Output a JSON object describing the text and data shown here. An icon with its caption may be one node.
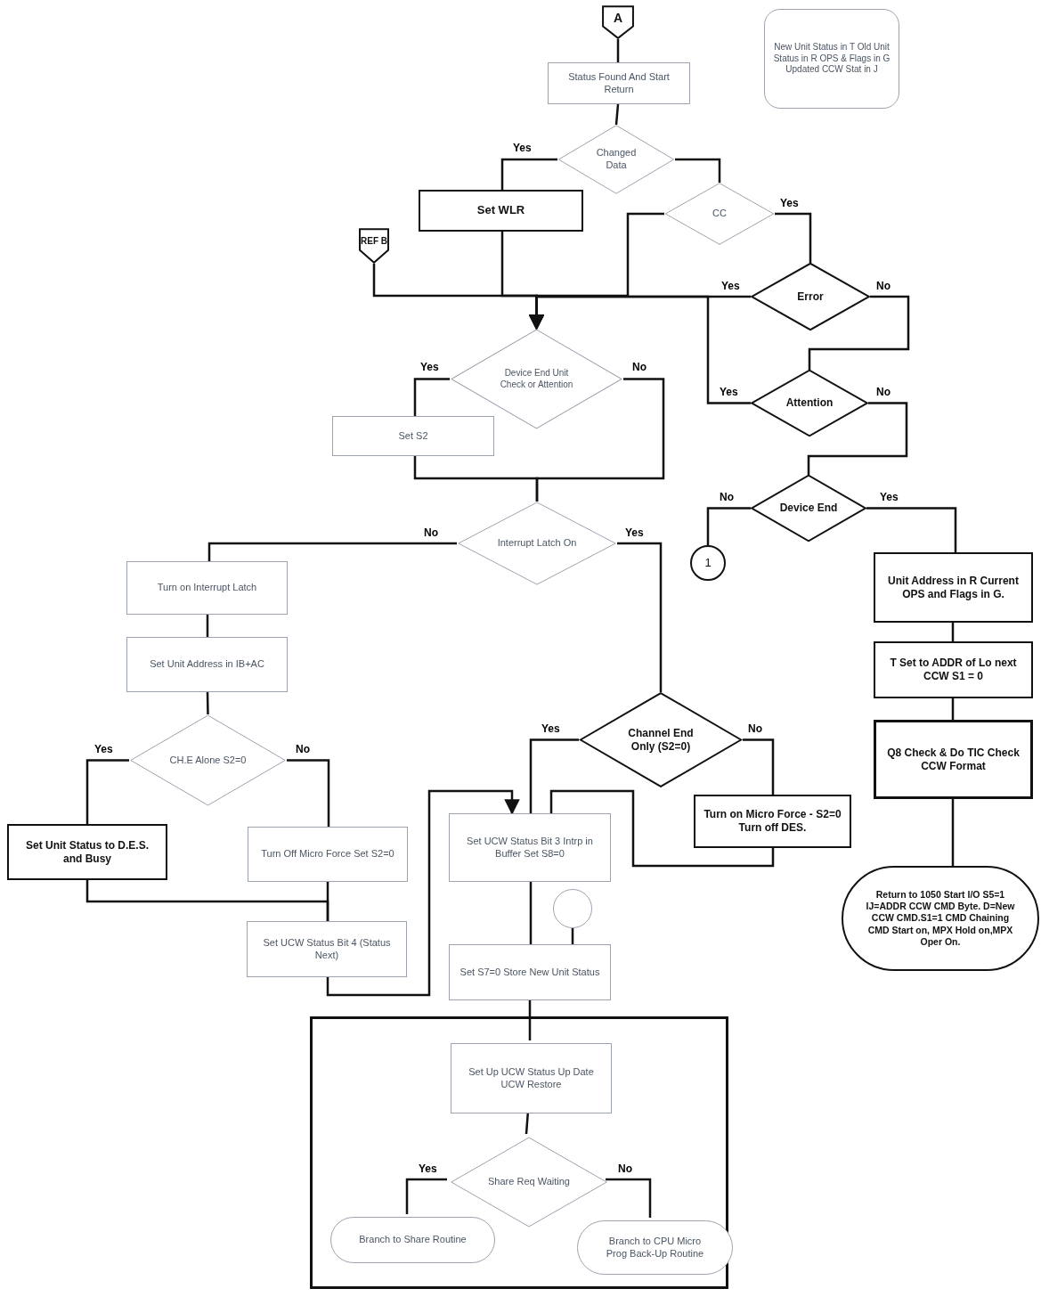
{
  "diagram": {
    "nodes": [
      {
        "text": [
          "A"
        ]
      },
      {
        "text": [
          "New Unit Status in T Old Unit Status in R OPS & Flags in G Updated CCW Stat in J"
        ]
      },
      {
        "text": [
          "Status Found And Start Return"
        ]
      },
      {
        "text": [
          "Changed Data"
        ]
      },
      {
        "text": [
          "Set WLR"
        ]
      },
      {
        "text": [
          "CC"
        ]
      },
      {
        "text": [
          "REF B"
        ]
      },
      {
        "text": [
          "Error"
        ]
      },
      {
        "text": [
          "Device End Unit Check or Attention"
        ]
      },
      {
        "text": [
          "Attention"
        ]
      },
      {
        "text": [
          "Set S2"
        ]
      },
      {
        "text": [
          "Device End"
        ]
      },
      {
        "text": [
          "Interrupt Latch On"
        ]
      },
      {
        "text": [
          "1"
        ]
      },
      {
        "text": [
          "Turn on Interrupt Latch"
        ]
      },
      {
        "text": [
          "Unit Address in R Current OPS and Flags in G."
        ]
      },
      {
        "text": [
          "Set Unit Address in IB+AC"
        ]
      },
      {
        "text": [
          "T Set to ADDR of Lo next CCW S1 = 0"
        ]
      },
      {
        "text": [
          "CH.E Alone S2=0"
        ]
      },
      {
        "text": [
          "Channel End Only (S2=0)"
        ]
      },
      {
        "text": [
          "Q8 Check & Do TIC Check CCW Format"
        ]
      },
      {
        "text": [
          "Set Unit Status to D.E.S. and Busy"
        ]
      },
      {
        "text": [
          "Turn Off Micro Force Set S2=0"
        ]
      },
      {
        "text": [
          "Turn on Micro Force - S2=0 Turn off DES."
        ]
      },
      {
        "text": [
          "Set UCW Status Bit 3 Intrp in Buffer Set S8=0"
        ]
      },
      {
        "text": [
          "Return to 1050 Start I/O S5=1 IJ=ADDR CCW CMD Byte. D=New CCW CMD.S1=1 CMD Chaining CMD Start on, MPX Hold on,MPX Oper On."
        ]
      },
      {
        "text": [],
        "shape": "circle"
      },
      {
        "text": [
          "Set UCW Status Bit 4 (Status Next)"
        ]
      },
      {
        "text": [
          "Set S7=0 Store New Unit Status"
        ]
      },
      {
        "text": [],
        "shape": "box"
      },
      {
        "text": [
          "Set Up UCW Status Up Date UCW Restore"
        ],
        "in": 29
      },
      {
        "text": [
          "Share Req Waiting"
        ],
        "in": 29
      },
      {
        "text": [
          "Branch to Share Routine"
        ],
        "in": 29
      },
      {
        "text": [
          "Branch to CPU Micro Prog Back-Up Routine"
        ],
        "in": 29
      }
    ],
    "edges": [
      {
        "from": 0,
        "to": 2,
        "arrow": "none"
      },
      {
        "from": 2,
        "to": 3,
        "arrow": "none"
      },
      {
        "from": 3,
        "to": 4,
        "arrow": "none",
        "label": "Yes"
      },
      {
        "from": 3,
        "to": 5,
        "arrow": "none"
      },
      {
        "from": 4,
        "to": 8,
        "arrow": "none"
      },
      {
        "from": 5,
        "to": 8,
        "arrow": "to"
      },
      {
        "from": 5,
        "to": 7,
        "arrow": "none",
        "label": "Yes"
      },
      {
        "from": 6,
        "to": 8,
        "arrow": "none"
      },
      {
        "from": 7,
        "to": 8,
        "arrow": "to",
        "label": "Yes"
      },
      {
        "from": 7,
        "to": 9,
        "arrow": "none",
        "label": "No"
      },
      {
        "from": 9,
        "to": 8,
        "arrow": "to",
        "label": "Yes"
      },
      {
        "from": 8,
        "to": 10,
        "arrow": "none",
        "label": "Yes"
      },
      {
        "from": 8,
        "to": 12,
        "arrow": "none",
        "label": "No"
      },
      {
        "from": 10,
        "to": 12,
        "arrow": "none"
      },
      {
        "from": 9,
        "to": 11,
        "arrow": "none",
        "label": "No"
      },
      {
        "from": 11,
        "to": 13,
        "arrow": "none",
        "label": "No"
      },
      {
        "from": 11,
        "to": 15,
        "arrow": "none",
        "label": "Yes"
      },
      {
        "from": 12,
        "to": 14,
        "arrow": "none",
        "label": "No"
      },
      {
        "from": 12,
        "to": 19,
        "arrow": "none",
        "label": "Yes"
      },
      {
        "from": 14,
        "to": 16,
        "arrow": "none"
      },
      {
        "from": 15,
        "to": 17,
        "arrow": "none"
      },
      {
        "from": 16,
        "to": 18,
        "arrow": "none"
      },
      {
        "from": 17,
        "to": 20,
        "arrow": "none"
      },
      {
        "from": 18,
        "to": 21,
        "arrow": "none",
        "label": "Yes"
      },
      {
        "from": 18,
        "to": 22,
        "arrow": "none",
        "label": "No"
      },
      {
        "from": 19,
        "to": 24,
        "arrow": "none",
        "label": "Yes"
      },
      {
        "from": 19,
        "to": 23,
        "arrow": "none",
        "label": "No"
      },
      {
        "from": 20,
        "to": 25,
        "arrow": "none"
      },
      {
        "from": 21,
        "to": 27,
        "arrow": "none"
      },
      {
        "from": 22,
        "to": 27,
        "arrow": "none"
      },
      {
        "from": 23,
        "to": 24,
        "arrow": "none"
      },
      {
        "from": 27,
        "to": 24,
        "arrow": "to"
      },
      {
        "from": 24,
        "to": 28,
        "arrow": "none"
      },
      {
        "from": 26,
        "to": 28,
        "arrow": "none"
      },
      {
        "from": 28,
        "to": 30,
        "arrow": "none"
      },
      {
        "from": 30,
        "to": 31,
        "arrow": "none"
      },
      {
        "from": 31,
        "to": 32,
        "arrow": "none",
        "label": "Yes"
      },
      {
        "from": 31,
        "to": 33,
        "arrow": "none",
        "label": "No"
      }
    ]
  }
}
